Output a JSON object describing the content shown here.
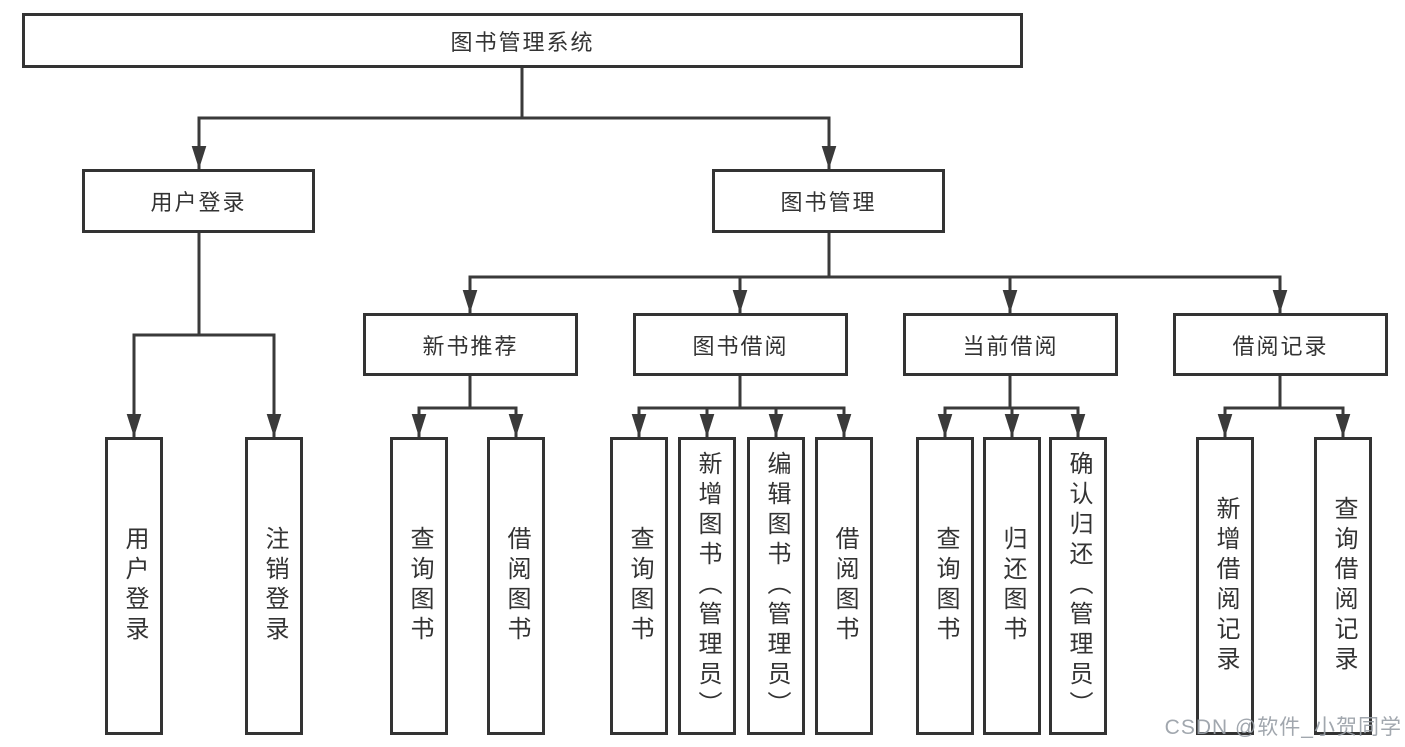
{
  "tree": {
    "root": "图书管理系统",
    "children": [
      {
        "label": "用户登录",
        "children": [
          "用户登录",
          "注销登录"
        ]
      },
      {
        "label": "图书管理",
        "children": [
          {
            "label": "新书推荐",
            "children": [
              "查询图书",
              "借阅图书"
            ]
          },
          {
            "label": "图书借阅",
            "children": [
              "查询图书",
              "新增图书（管理员）",
              "编辑图书（管理员）",
              "借阅图书"
            ]
          },
          {
            "label": "当前借阅",
            "children": [
              "查询图书",
              "归还图书",
              "确认归还（管理员）"
            ]
          },
          {
            "label": "借阅记录",
            "children": [
              "新增借阅记录",
              "查询借阅记录"
            ]
          }
        ]
      }
    ]
  },
  "watermark": {
    "text": "CSDN @软件_小贺同学"
  },
  "colors": {
    "line": "#3a3a3a",
    "box_border": "#333333",
    "text": "#333333",
    "background": "#ffffff",
    "watermark": "#9aa0a8"
  }
}
